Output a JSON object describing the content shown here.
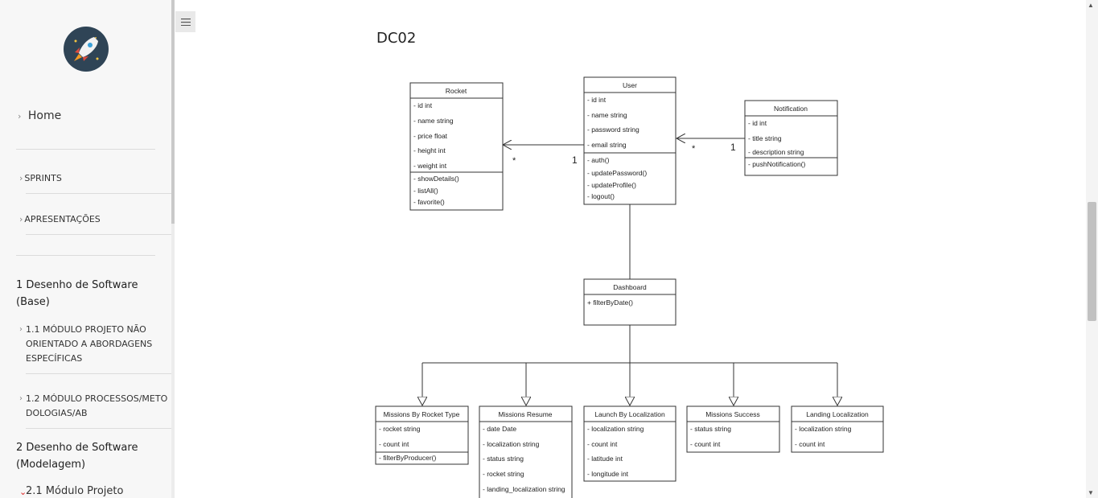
{
  "sidebar": {
    "home": "Home",
    "sprints": "SPRINTS",
    "apresentacoes": "APRESENTAÇÕES",
    "section1": "1 Desenho de Software (Base)",
    "item_1_1": "1.1 MÓDULO PROJETO NÃO ORIENTADO A ABORDAGENS ESPECÍFICAS",
    "item_1_2": "1.2 MÓDULO PROCESSOS/METODOLOGIAS/AB",
    "section2": "2 Desenho de Software (Modelagem)",
    "item_2_1": "2.1 Módulo Projeto"
  },
  "page": {
    "title": "DC02"
  },
  "diagram": {
    "classes": {
      "rocket": {
        "name": "Rocket",
        "attrs": [
          "- id int",
          "- name string",
          "- price float",
          "- height int",
          "- weight int"
        ],
        "methods": [
          "- showDetails()",
          "- listAll()",
          "- favorite()"
        ]
      },
      "user": {
        "name": "User",
        "attrs": [
          "- id int",
          "- name string",
          "- password string",
          "- email string"
        ],
        "methods": [
          "- auth()",
          "- updatePassword()",
          "- updateProfile()",
          "- logout()"
        ]
      },
      "notification": {
        "name": "Notification",
        "attrs": [
          "- id int",
          "- title string",
          "- description string"
        ],
        "methods": [
          "- pushNotification()"
        ]
      },
      "dashboard": {
        "name": "Dashboard",
        "methods": [
          "+ filterByDate()"
        ]
      },
      "missions_by_rocket_type": {
        "name": "Missions By Rocket Type",
        "attrs": [
          "- rocket string",
          "- count int"
        ],
        "methods": [
          "- filterByProducer()"
        ]
      },
      "missions_resume": {
        "name": "Missions Resume",
        "attrs": [
          "- date Date",
          "- localization string",
          "- status string",
          "- rocket string",
          "- landing_localization string"
        ]
      },
      "launch_by_localization": {
        "name": "Launch By Localization",
        "attrs": [
          "- localization string",
          "- count int",
          "- latitude int",
          "- longitude int"
        ]
      },
      "missions_success": {
        "name": "Missions Success",
        "attrs": [
          "- status string",
          "- count int"
        ]
      },
      "landing_localization": {
        "name": "Landing Localization",
        "attrs": [
          "- localization string",
          "- count int"
        ]
      }
    },
    "multiplicities": {
      "rocket_many": "*",
      "user_one_left": "1",
      "user_many": "*",
      "notification_one": "1"
    }
  },
  "icons": {
    "logo": "rocket-logo-icon",
    "menu": "hamburger-icon"
  },
  "colors": {
    "sidebar_bg": "#f7f7f7",
    "logo_bg": "#2f4456",
    "active_chevron": "#dd2222"
  }
}
